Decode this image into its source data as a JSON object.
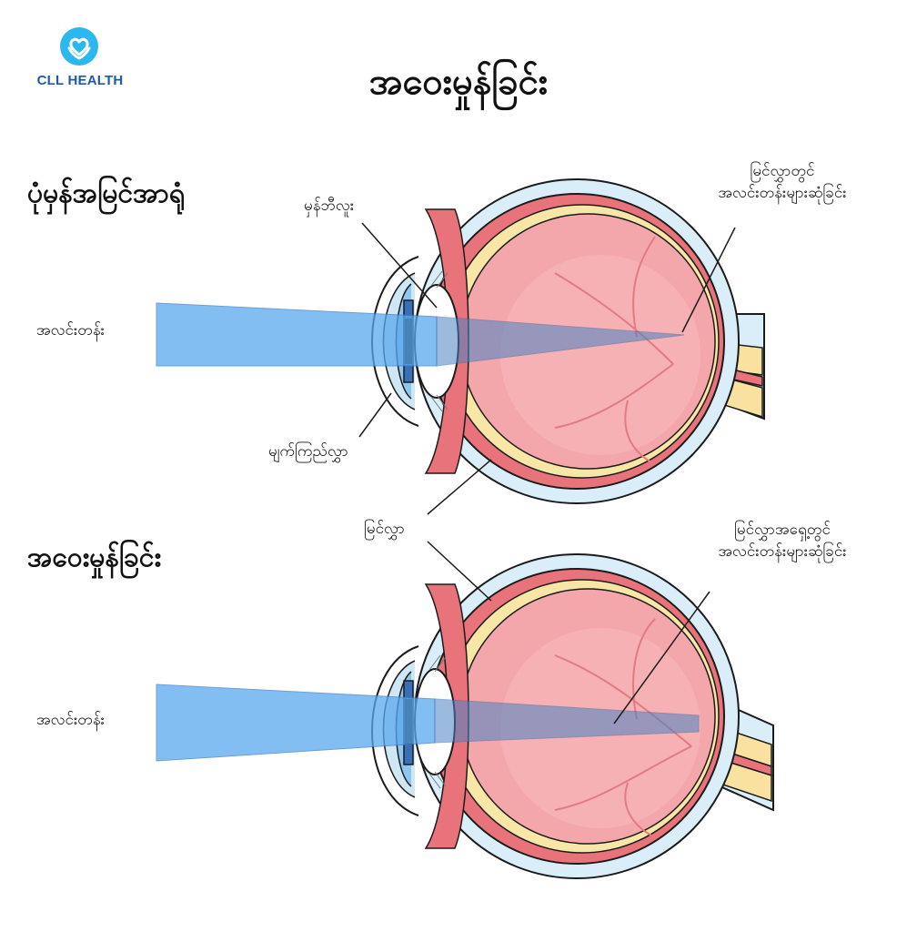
{
  "brand": {
    "name": "CLL HEALTH",
    "logo_icon": "heart-hands-icon",
    "color": "#2bb8f0"
  },
  "title": "အဝေးမှုန်ခြင်း",
  "normal": {
    "heading": "ပုံမှန်အမြင်အာရုံ",
    "light_label": "အလင်းတန်း",
    "lens_label": "မှန်ဘီလူး",
    "cornea_label": "မျက်ကြည်လွှာ",
    "focus_label_1": "မြင်လွှာတွင်",
    "focus_label_2": "အလင်းတန်းများဆုံခြင်း"
  },
  "retina_label": "မြင်လွှာ",
  "hyperopia": {
    "heading": "အဝေးမှုန်ခြင်း",
    "light_label": "အလင်းတန်း",
    "focus_label_1": "မြင်လွှာအရှေ့တွင်",
    "focus_label_2": "အလင်းတန်းများဆုံခြင်း"
  },
  "colors": {
    "sclera": "#d9eef8",
    "outline": "#1b1b1b",
    "choroid": "#e8737a",
    "retina": "#f7e6a6",
    "vitreous": "#f4a7ab",
    "beam": "#5aa9ee",
    "nerve": "#f9e2a0"
  }
}
